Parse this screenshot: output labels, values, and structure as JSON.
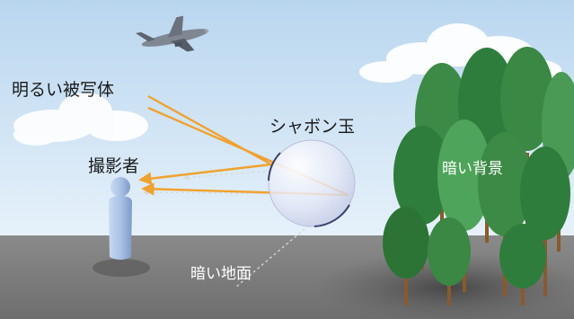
{
  "labels": {
    "bright_subject": "明るい被写体",
    "soap_bubble": "シャボン玉",
    "photographer": "撮影者",
    "dark_background": "暗い背景",
    "dark_ground": "暗い地面"
  },
  "colors": {
    "sky_top": "#b9d6ef",
    "sky_bottom": "#e6f1fa",
    "ground": "#7a7a7a",
    "ray": "#f0a22e",
    "tree_dark": "#2f7d3c",
    "tree_light": "#4ea45a",
    "trunk": "#8a5a2b",
    "person": "#a9c2e6"
  },
  "icons": {
    "airplane": "airplane-icon",
    "person": "person-icon",
    "bubble": "soap-bubble",
    "clouds": "cloud-shape",
    "trees": "tree-icon"
  }
}
